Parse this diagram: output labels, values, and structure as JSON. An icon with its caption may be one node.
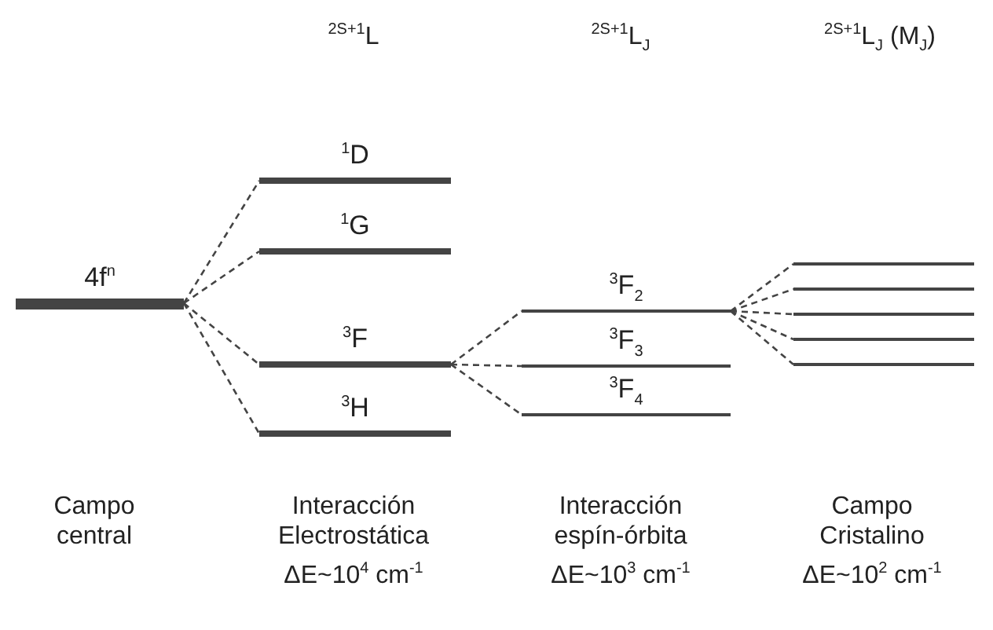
{
  "diagram": {
    "nodes": [
      {
        "text": [
          "4f$^{n}$"
        ]
      },
      {
        "text": [
          "$^{1}$D"
        ]
      },
      {
        "text": [
          "$^{1}$G"
        ]
      },
      {
        "text": [
          "$^{3}$F"
        ]
      },
      {
        "text": [
          "$^{3}$H"
        ]
      },
      {
        "text": [
          "$^{3}$F$_{2}$"
        ]
      },
      {
        "text": [
          "$^{3}$F$_{3}$"
        ]
      },
      {
        "text": [
          "$^{3}$F$_{4}$"
        ]
      },
      {
        "text": [],
        "shape": "bar"
      },
      {
        "text": [],
        "shape": "bar"
      },
      {
        "text": [],
        "shape": "bar"
      },
      {
        "text": [],
        "shape": "bar"
      },
      {
        "text": [],
        "shape": "bar"
      }
    ],
    "edges": [
      {
        "from": 0,
        "to": 1,
        "arrow": "none",
        "style": "dashed"
      },
      {
        "from": 0,
        "to": 2,
        "arrow": "none",
        "style": "dashed"
      },
      {
        "from": 0,
        "to": 3,
        "arrow": "none",
        "style": "dashed"
      },
      {
        "from": 0,
        "to": 4,
        "arrow": "none",
        "style": "dashed"
      },
      {
        "from": 3,
        "to": 5,
        "arrow": "none",
        "style": "dashed"
      },
      {
        "from": 3,
        "to": 6,
        "arrow": "none",
        "style": "dashed"
      },
      {
        "from": 3,
        "to": 7,
        "arrow": "none",
        "style": "dashed"
      },
      {
        "from": 5,
        "to": 8,
        "arrow": "none",
        "style": "dashed"
      },
      {
        "from": 5,
        "to": 9,
        "arrow": "none",
        "style": "dashed"
      },
      {
        "from": 5,
        "to": 10,
        "arrow": "none",
        "style": "dashed"
      },
      {
        "from": 5,
        "to": 11,
        "arrow": "none",
        "style": "dashed"
      },
      {
        "from": 5,
        "to": 12,
        "arrow": "none",
        "style": "dashed"
      }
    ],
    "labels": [
      "$^{2S+1}$L",
      "$^{2S+1}$L$_{J}$",
      "$^{2S+1}$L$_{J}$ (M$_{J}$)",
      "Campo central",
      "Interacción Electrostática",
      "ΔE~10$^{4}$ cm$^{-1}$",
      "Interacción espín-órbita",
      "ΔE~10$^{3}$ cm$^{-1}$",
      "Campo Cristalino",
      "ΔE~10$^{2}$ cm$^{-1}$"
    ]
  }
}
